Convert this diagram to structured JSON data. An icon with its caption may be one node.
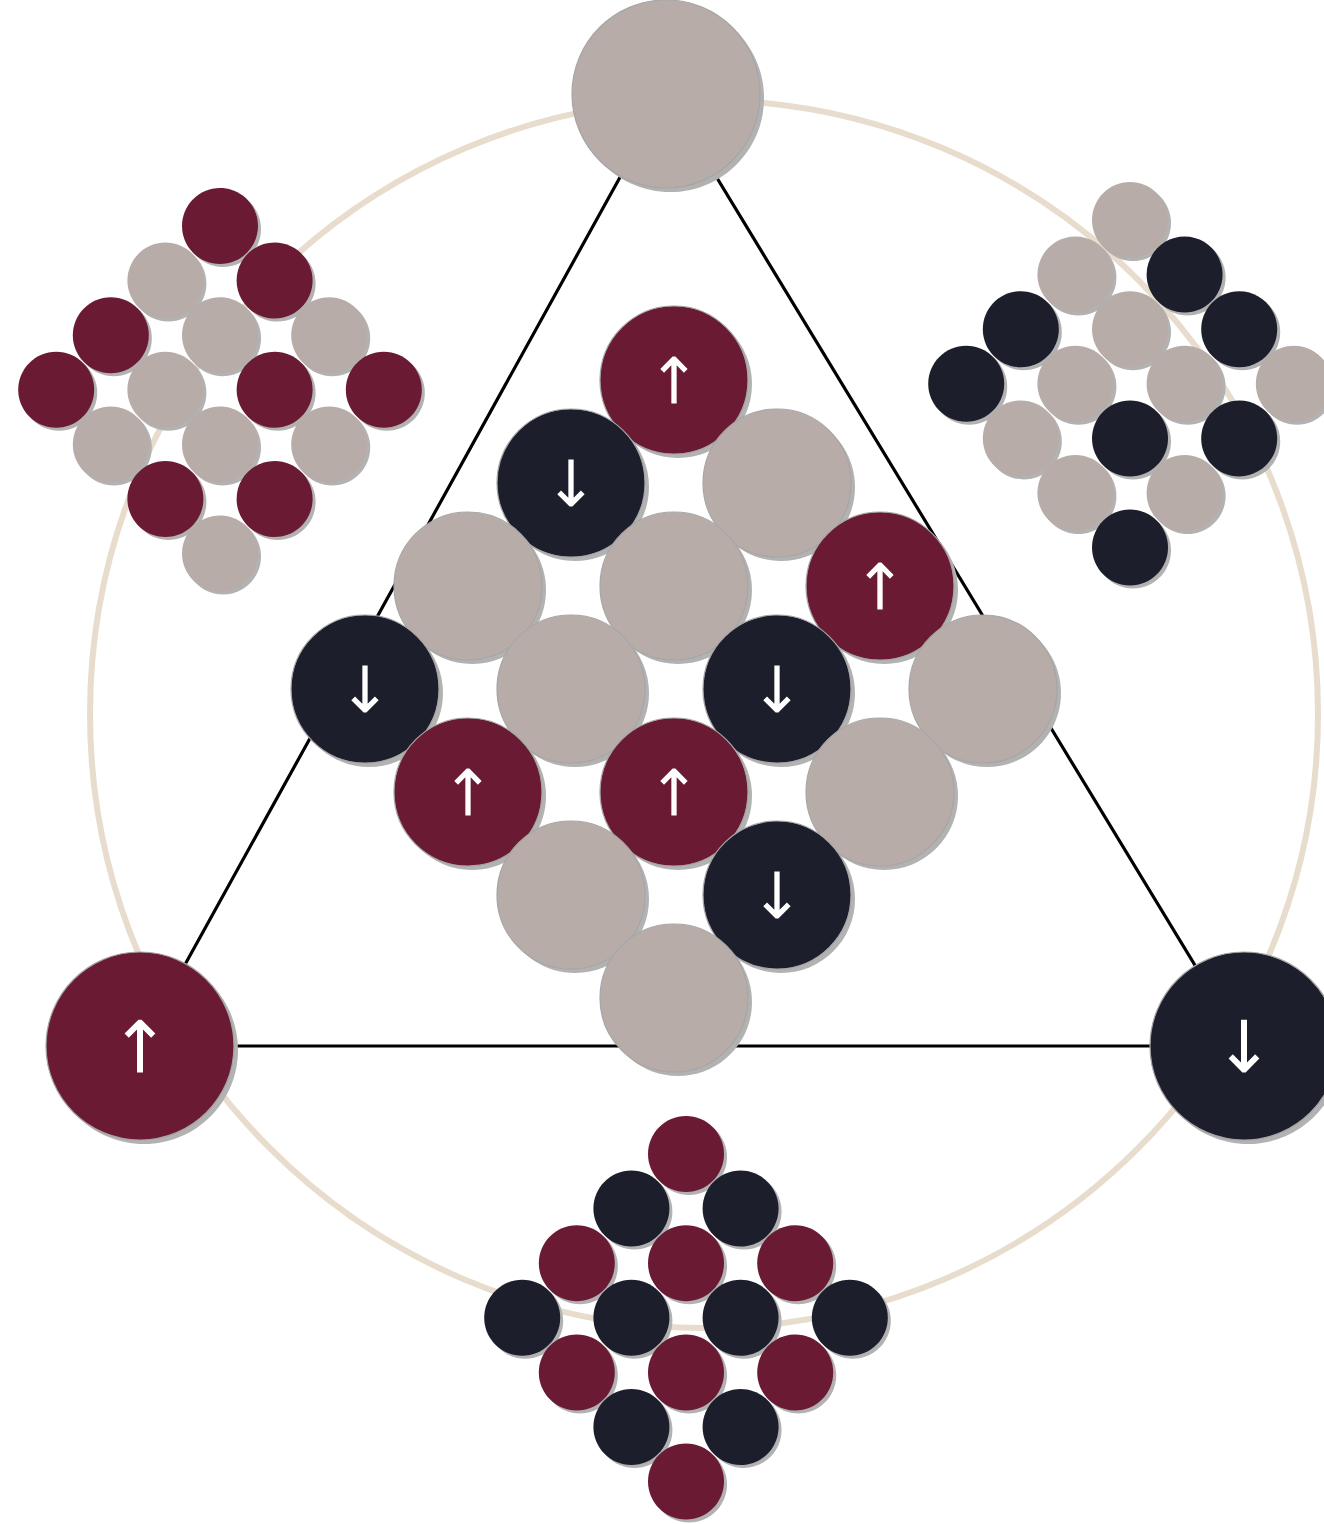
{
  "diagram": {
    "nodes": [
      {
        "text": [],
        "shape": "circle"
      },
      {
        "text": [
          "↑"
        ]
      },
      {
        "text": [
          "↓"
        ]
      },
      {
        "text": [],
        "shape": "circle"
      },
      {
        "text": [],
        "shape": "circle"
      },
      {
        "text": [],
        "shape": "circle"
      },
      {
        "text": [
          "↑"
        ]
      },
      {
        "text": [
          "↓"
        ]
      },
      {
        "text": [],
        "shape": "circle"
      },
      {
        "text": [
          "↓"
        ]
      },
      {
        "text": [],
        "shape": "circle"
      },
      {
        "text": [
          "↑"
        ]
      },
      {
        "text": [
          "↑"
        ]
      },
      {
        "text": [],
        "shape": "circle"
      },
      {
        "text": [],
        "shape": "circle"
      },
      {
        "text": [
          "↓"
        ]
      },
      {
        "text": [],
        "shape": "circle"
      },
      {
        "text": [
          "↑"
        ]
      },
      {
        "text": [
          "↓"
        ]
      }
    ]
  }
}
